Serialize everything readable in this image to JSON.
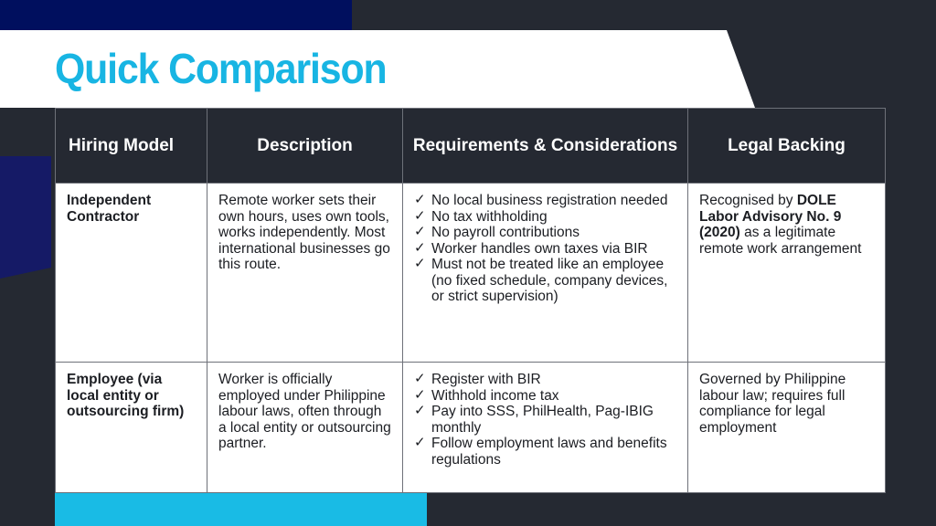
{
  "slide": {
    "title": "Quick Comparison",
    "accent_cyan": "#18b5e3",
    "navy": "#000f5e",
    "dark_slate": "#252932",
    "left_navy": "#151a66"
  },
  "table": {
    "headers": [
      "Hiring Model",
      "Description",
      "Requirements & Considerations",
      "Legal Backing"
    ],
    "rows": [
      {
        "model": "Independent Contractor",
        "description": "Remote worker sets their own hours, uses own tools, works independently. Most international businesses go this route.",
        "requirements": [
          "No local business registration needed",
          "No tax withholding",
          "No payroll contributions",
          "Worker handles own taxes via BIR",
          "Must not be treated like an employee (no fixed schedule, company devices, or strict supervision)"
        ],
        "legal_prefix": "Recognised by ",
        "legal_bold": "DOLE Labor Advisory No. 9 (2020)",
        "legal_suffix": " as a legitimate remote work arrangement"
      },
      {
        "model": "Employee (via local entity or outsourcing firm)",
        "description": "Worker is officially employed under Philippine labour laws, often through a local entity or outsourcing partner.",
        "requirements": [
          "Register with BIR",
          "Withhold income tax",
          "Pay into SSS, PhilHealth, Pag-IBIG monthly",
          "Follow employment laws and benefits regulations"
        ],
        "legal_prefix": "Governed by Philippine labour law; requires full compliance for legal employment",
        "legal_bold": "",
        "legal_suffix": ""
      }
    ],
    "check_glyph": "✓"
  }
}
